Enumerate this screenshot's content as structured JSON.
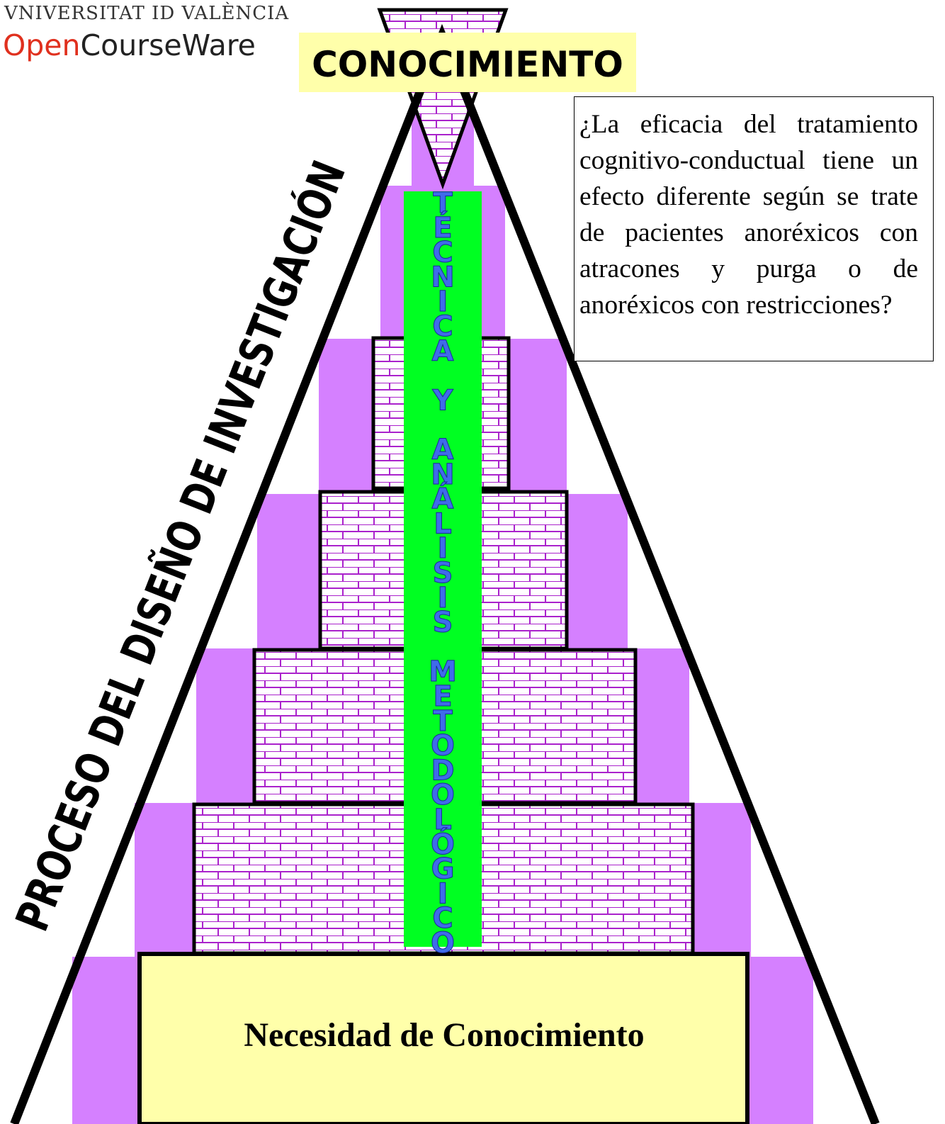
{
  "logo": {
    "university": "VNIVERSITAT ID VALÈNCIA",
    "brand_open": "Open",
    "brand_rest": "CourseWare"
  },
  "diagram": {
    "top_label": "CONOCIMIENTO",
    "base_label": "Necesidad de Conocimiento",
    "side_label": "PROCESO DEL DISEÑO DE INVESTIGACIÓN",
    "center_label_letters": [
      "T",
      "É",
      "C",
      "N",
      "I",
      "C",
      "A",
      " ",
      "Y",
      " ",
      "A",
      "N",
      "Á",
      "L",
      "I",
      "S",
      "I",
      "S",
      " ",
      "M",
      "E",
      "T",
      "O",
      "D",
      "O",
      "L",
      "Ó",
      "G",
      "I",
      "C",
      "O"
    ],
    "question": "¿La eficacia del tratamiento cognitivo-conductual tiene un efecto diferente según se trate de pacientes anoréxicos con atracones y purga o de anoréxicos con restricciones?"
  },
  "colors": {
    "purple": "#d580ff",
    "brick_fill": "#ffffff",
    "brick_line": "#aa22cc",
    "green_column": "#00ff22",
    "yellow": "#ffffaa",
    "center_text": "#3f6bea",
    "outline": "#000000"
  }
}
